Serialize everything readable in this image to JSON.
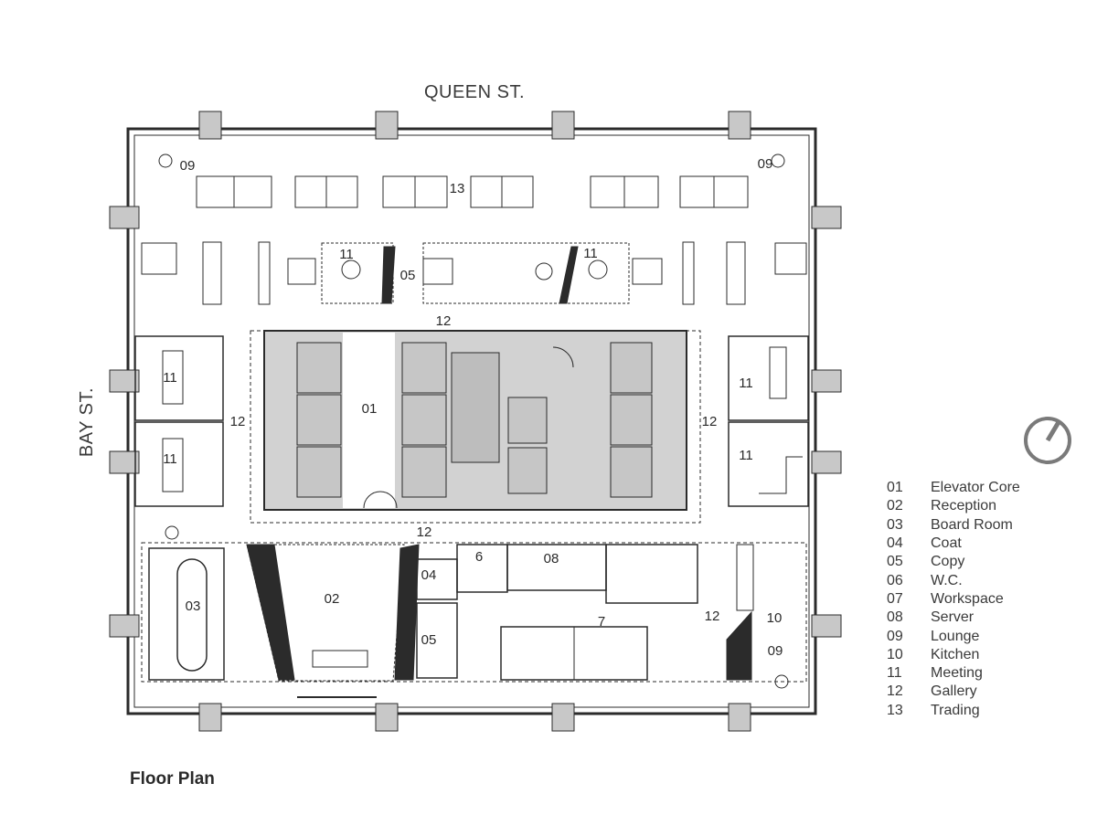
{
  "streets": {
    "north": "QUEEN ST.",
    "west": "BAY ST."
  },
  "rooms": {
    "r01": "01",
    "r02": "02",
    "r03": "03",
    "r04": "04",
    "r05a": "05",
    "r05b": "05",
    "r06": "6",
    "r07": "7",
    "r08": "08",
    "r09a": "09",
    "r09b": "09",
    "r09c": "09",
    "r10": "10",
    "r11a": "11",
    "r11b": "11",
    "r11c": "11",
    "r11d": "11",
    "r11e": "11",
    "r11f": "11",
    "r12a": "12",
    "r12b": "12",
    "r12c": "12",
    "r12d": "12",
    "r12e": "12",
    "r13": "13"
  },
  "legend": [
    {
      "num": "01",
      "name": "Elevator Core"
    },
    {
      "num": "02",
      "name": "Reception"
    },
    {
      "num": "03",
      "name": "Board Room"
    },
    {
      "num": "04",
      "name": "Coat"
    },
    {
      "num": "05",
      "name": "Copy"
    },
    {
      "num": "06",
      "name": "W.C."
    },
    {
      "num": "07",
      "name": "Workspace"
    },
    {
      "num": "08",
      "name": "Server"
    },
    {
      "num": "09",
      "name": "Lounge"
    },
    {
      "num": "10",
      "name": "Kitchen"
    },
    {
      "num": "11",
      "name": "Meeting"
    },
    {
      "num": "12",
      "name": "Gallery"
    },
    {
      "num": "13",
      "name": "Trading"
    }
  ],
  "caption": "Floor Plan",
  "colors": {
    "line": "#2b2b2b",
    "column": "#c8c8c8",
    "core": "#d2d2d2"
  }
}
